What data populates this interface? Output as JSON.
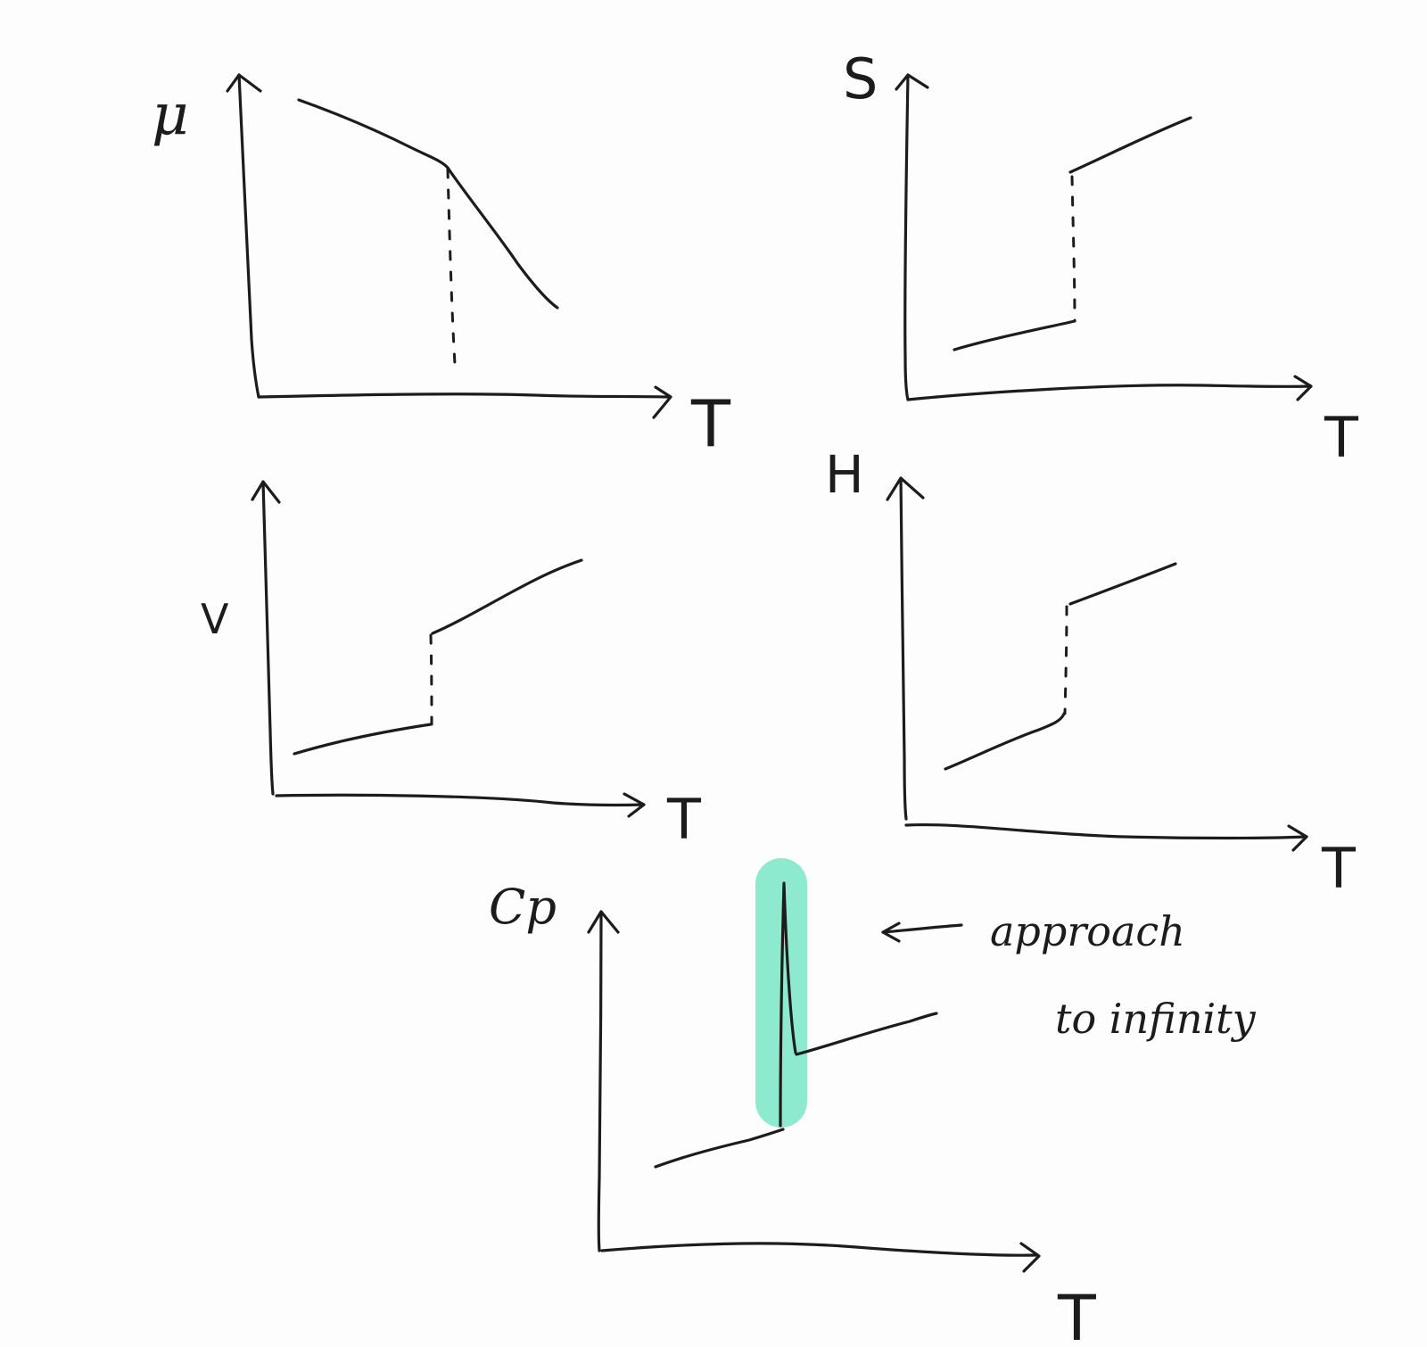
{
  "plots": [
    {
      "id": "mu",
      "y_label": "μ",
      "x_label": "T"
    },
    {
      "id": "s",
      "y_label": "S",
      "x_label": "T"
    },
    {
      "id": "v",
      "y_label": "V",
      "x_label": "T"
    },
    {
      "id": "h",
      "y_label": "H",
      "x_label": "T"
    },
    {
      "id": "cp",
      "y_label": "Cp",
      "x_label": "T"
    }
  ],
  "annotation": {
    "line1": "approach",
    "line2": "to infinity"
  },
  "colors": {
    "ink": "#1c1c1c",
    "highlight": "#8eeacf",
    "background": "#fdfdfd"
  }
}
